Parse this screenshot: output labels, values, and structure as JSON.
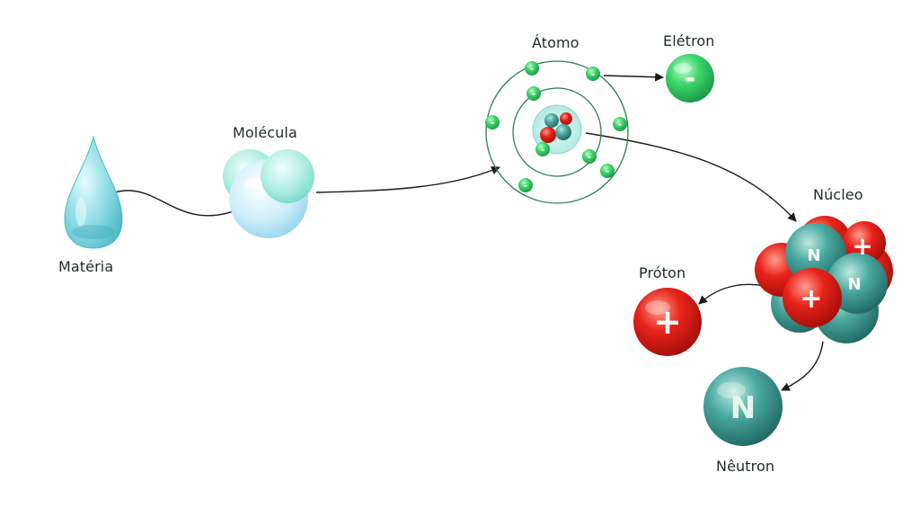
{
  "labels": {
    "materia": "Matéria",
    "molecula": "Molécula",
    "atomo": "Átomo",
    "eletron": "Elétron",
    "nucleo": "Núcleo",
    "proton": "Próton",
    "neutron": "Nêutron"
  },
  "symbols": {
    "electron": "-",
    "proton": "+",
    "neutron": "N"
  },
  "colors": {
    "water": "#5fc6d2",
    "electron": "#3ed66c",
    "proton": "#e8231a",
    "neutron": "#3a9c94",
    "orbit": "#2e7d4f"
  }
}
